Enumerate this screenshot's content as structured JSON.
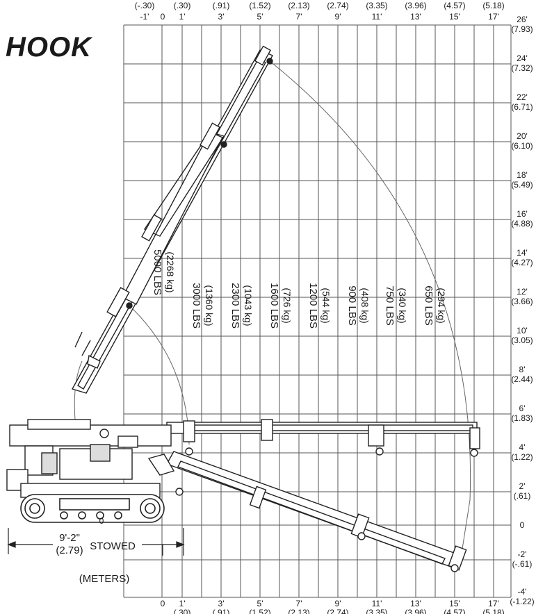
{
  "title": "HOOK",
  "top_axis": {
    "meters": [
      "(-.30)",
      "(.30)",
      "(.91)",
      "(1.52)",
      "(2.13)",
      "(2.74)",
      "(3.35)",
      "(3.96)",
      "(4.57)",
      "(5.18)"
    ],
    "feet": [
      "-1'",
      "0",
      "1'",
      "3'",
      "5'",
      "7'",
      "9'",
      "11'",
      "13'",
      "15'",
      "17'"
    ]
  },
  "bottom_axis": {
    "feet": [
      "0",
      "1'",
      "3'",
      "5'",
      "7'",
      "9'",
      "11'",
      "13'",
      "15'",
      "17'"
    ],
    "meters": [
      "(.30)",
      "(.91)",
      "(1.52)",
      "(2.13)",
      "(2.74)",
      "(3.35)",
      "(3.96)",
      "(4.57)",
      "(5.18)"
    ]
  },
  "right_axis": [
    {
      "ft": "26'",
      "m": "(7.93)"
    },
    {
      "ft": "24'",
      "m": "(7.32)"
    },
    {
      "ft": "22'",
      "m": "(6.71)"
    },
    {
      "ft": "20'",
      "m": "(6.10)"
    },
    {
      "ft": "18'",
      "m": "(5.49)"
    },
    {
      "ft": "16'",
      "m": "(4.88)"
    },
    {
      "ft": "14'",
      "m": "(4.27)"
    },
    {
      "ft": "12'",
      "m": "(3.66)"
    },
    {
      "ft": "10'",
      "m": "(3.05)"
    },
    {
      "ft": "8'",
      "m": "(2.44)"
    },
    {
      "ft": "6'",
      "m": "(1.83)"
    },
    {
      "ft": "4'",
      "m": "(1.22)"
    },
    {
      "ft": "2'",
      "m": "(.61)"
    },
    {
      "ft": "0",
      "m": ""
    },
    {
      "ft": "-2'",
      "m": "(-.61)"
    },
    {
      "ft": "-4'",
      "m": "(-1.22)"
    }
  ],
  "load_zones": [
    {
      "lbs": "5000 LBS",
      "kg": "(2268 kg)"
    },
    {
      "lbs": "3000 LBS",
      "kg": "(1360 kg)"
    },
    {
      "lbs": "2300 LBS",
      "kg": "(1043 kg)"
    },
    {
      "lbs": "1600 LBS",
      "kg": "(726 kg)"
    },
    {
      "lbs": "1200 LBS",
      "kg": "(544 kg)"
    },
    {
      "lbs": "900 LBS",
      "kg": "(408 kg)"
    },
    {
      "lbs": "750 LBS",
      "kg": "(340 kg)"
    },
    {
      "lbs": "650 LBS",
      "kg": "(294 kg)"
    }
  ],
  "stowed": {
    "dim": "9'-2\"",
    "dim_m": "(2.79)",
    "label": "STOWED"
  },
  "units_label": "(METERS)",
  "chassis_mark": "0"
}
